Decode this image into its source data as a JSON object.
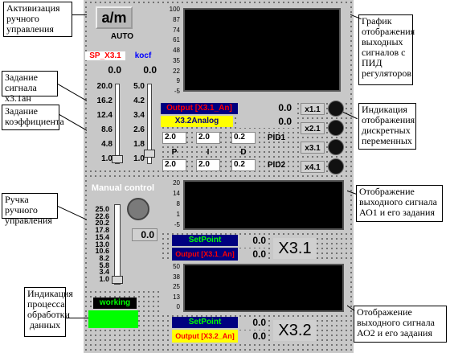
{
  "annotations": {
    "activation": "Активизация ручного управления",
    "chart_main": "График отображения выходных сигналов с ПИД регуляторов",
    "setpoint_x31": "Задание сигнала х3.1ан",
    "coef": "Задание коэффициента",
    "discrete": "Индикация отображения дискретных переменных",
    "manual_knob": "Ручка ручного управления",
    "ao1": "Отображение выходного сигнала АО1 и его задания",
    "processing": "Индикация процесса обработки данных",
    "ao2": "Отображение выходного сигнала АО2 и его задания"
  },
  "controls": {
    "am_button": "a/m",
    "mode": "AUTO",
    "sp_label": "SP_X3.1",
    "kocf_label": "kocf",
    "sp_value": "0.0",
    "kocf_value": "0.0",
    "sp_scale": [
      "20.0",
      "16.2",
      "12.4",
      "8.6",
      "4.8",
      "1.0"
    ],
    "kocf_scale": [
      "5.0",
      "4.2",
      "3.4",
      "2.6",
      "1.8",
      "1.0"
    ]
  },
  "chart_main": {
    "yticks": [
      "100",
      "87",
      "74",
      "61",
      "48",
      "35",
      "22",
      "9",
      "-5"
    ]
  },
  "output": {
    "label": "Output [X3.1_An]",
    "value": "0.0",
    "analog_label": "X3.2Analog",
    "analog_value": "0.0"
  },
  "pid": {
    "pid1": {
      "p": "2.0",
      "i": "2.0",
      "d": "0.2",
      "name": "PID1"
    },
    "pid2": {
      "p": "2.0",
      "i": "2.0",
      "d": "0.2",
      "name": "PID2"
    },
    "letters": {
      "p": "P",
      "i": "I",
      "d": "D"
    }
  },
  "indicators": [
    "x1.1",
    "x2.1",
    "x3.1",
    "x4.1"
  ],
  "manual": {
    "title": "Manual control",
    "scale": [
      "25.0",
      "22.6",
      "20.2",
      "17.8",
      "15.4",
      "13.0",
      "10.6",
      "8.2",
      "5.8",
      "3.4",
      "1.0"
    ],
    "value": "0.0",
    "status": "working"
  },
  "ao1": {
    "yticks": [
      "20",
      "14",
      "8",
      "1",
      "-5"
    ],
    "setpoint_label": "SetPoint",
    "output_label": "Output [X3.1_An]",
    "setpoint_value": "0.0",
    "output_value": "0.0",
    "tag": "X3.1"
  },
  "ao2": {
    "yticks": [
      "50",
      "38",
      "25",
      "13",
      "0"
    ],
    "setpoint_label": "SetPoint",
    "output_label": "Output [X3.2_An]",
    "setpoint_value": "0.0",
    "output_value": "0.0",
    "tag": "X3.2"
  },
  "colors": {
    "panel": "#c8c8c8",
    "navy": "#000080",
    "yellow": "#ffff00",
    "green": "#00ff00",
    "red": "#ff0000"
  }
}
